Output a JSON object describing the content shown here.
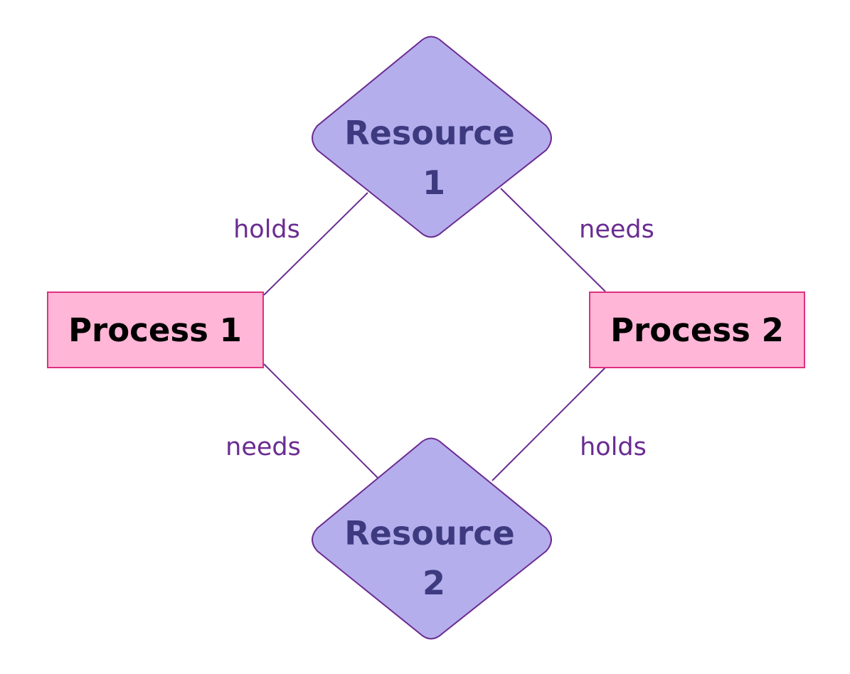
{
  "nodes": {
    "resource1": {
      "line1": "Resource",
      "line2": "1"
    },
    "resource2": {
      "line1": "Resource",
      "line2": "2"
    },
    "process1": {
      "label": "Process 1"
    },
    "process2": {
      "label": "Process 2"
    }
  },
  "edges": {
    "p1_r1": {
      "label": "holds"
    },
    "p2_r1": {
      "label": "needs"
    },
    "p1_r2": {
      "label": "needs"
    },
    "p2_r2": {
      "label": "holds"
    }
  },
  "colors": {
    "resource_fill": "#b5aeec",
    "resource_text": "#3d3a80",
    "process_fill": "#ffb6d7",
    "process_border": "#e0307f",
    "edge": "#6a2c91"
  }
}
